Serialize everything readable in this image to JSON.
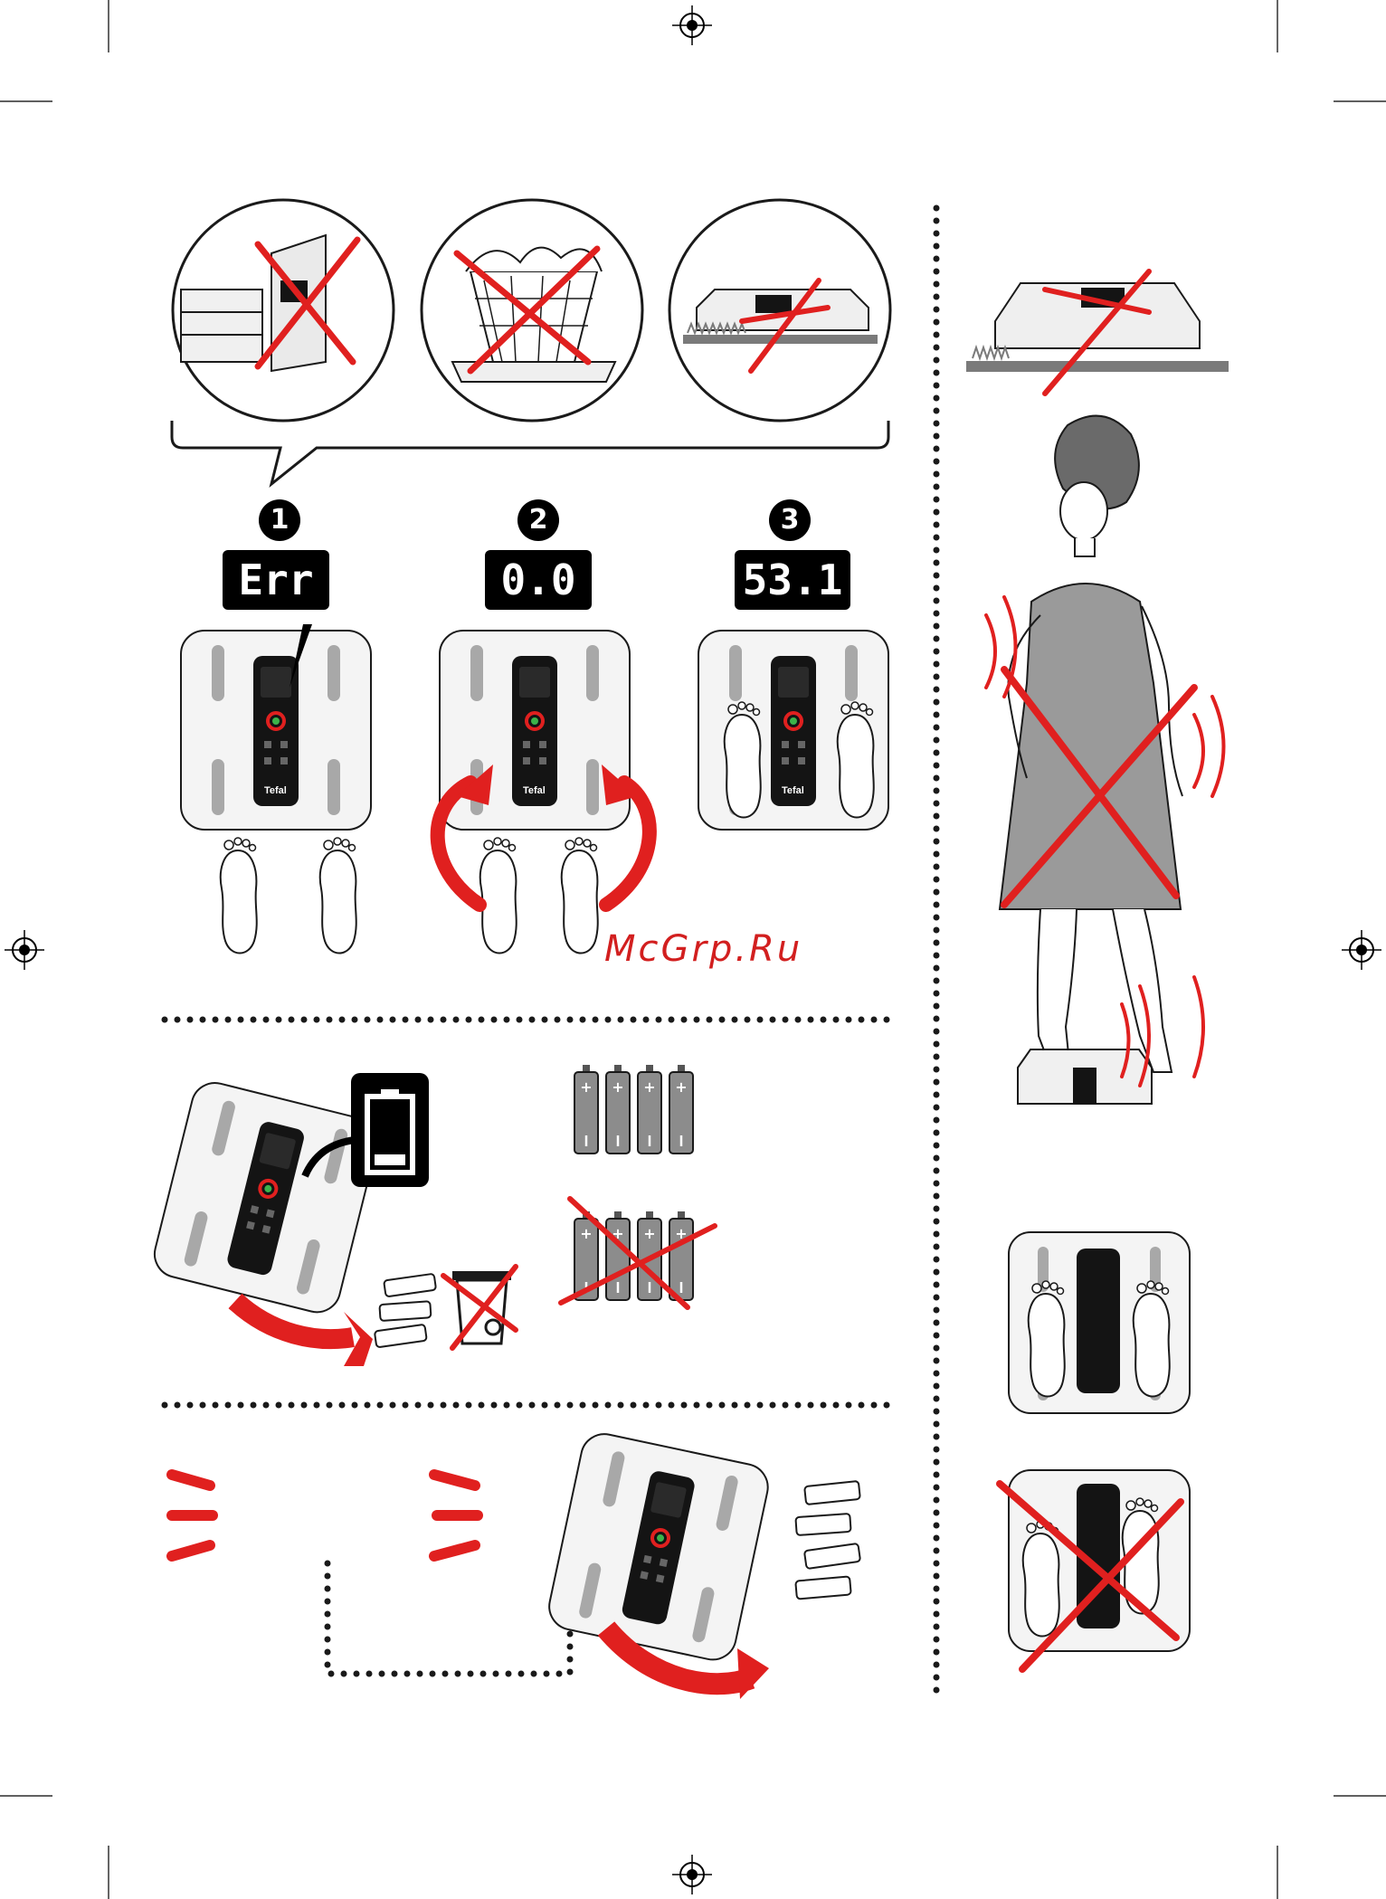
{
  "watermark": "McGrp.Ru",
  "steps": [
    {
      "number": "1",
      "display": "Err"
    },
    {
      "number": "2",
      "display": "0.0"
    },
    {
      "number": "3",
      "display": "53.1"
    }
  ],
  "brand": "Tefal",
  "colors": {
    "accent_red": "#e0201f",
    "ink": "#1a1a1a",
    "display_bg": "#000000",
    "metal_gray": "#9a9a9a"
  },
  "icons": [
    "registration-mark-icon",
    "prohibited-cross-icon",
    "battery-low-icon",
    "recycle-bin-crossed-icon",
    "aa-battery-icon",
    "footprint-icon",
    "curved-arrow-icon",
    "vibration-lines-icon"
  ]
}
